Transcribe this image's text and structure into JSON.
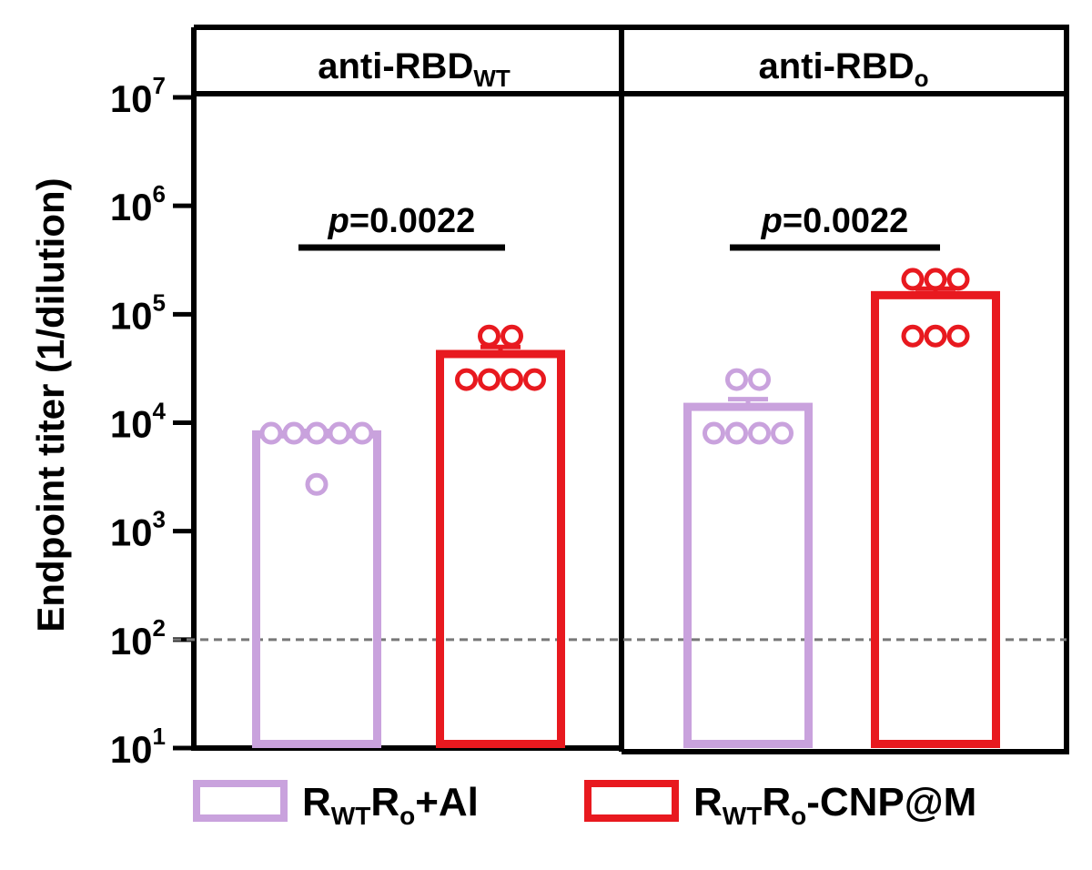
{
  "chart_data": {
    "type": "bar",
    "yscale": "log",
    "ylim": [
      10,
      10000000
    ],
    "ylabel": "Endpoint titer (1/dilution)",
    "yticks": [
      {
        "base": "10",
        "exp": "1",
        "value": 10
      },
      {
        "base": "10",
        "exp": "2",
        "value": 100
      },
      {
        "base": "10",
        "exp": "3",
        "value": 1000
      },
      {
        "base": "10",
        "exp": "4",
        "value": 10000
      },
      {
        "base": "10",
        "exp": "5",
        "value": 100000
      },
      {
        "base": "10",
        "exp": "6",
        "value": 1000000
      },
      {
        "base": "10",
        "exp": "7",
        "value": 10000000
      }
    ],
    "reference_line": {
      "value": 100,
      "style": "dashed",
      "color": "#777777"
    },
    "panels": [
      {
        "title_main": "anti-RBD",
        "title_sub": "WT",
        "significance": {
          "p_italic": "p",
          "p_rest": "=0.0022"
        },
        "bars": [
          {
            "group": 0,
            "mean": 7800,
            "err": 600,
            "points": [
              8000,
              8000,
              8000,
              8000,
              8000,
              2700
            ]
          },
          {
            "group": 1,
            "mean": 43000,
            "err": 7000,
            "points": [
              63000,
              63000,
              25000,
              25000,
              25000,
              25000
            ]
          }
        ]
      },
      {
        "title_main": "anti-RBD",
        "title_sub": "o",
        "significance": {
          "p_italic": "p",
          "p_rest": "=0.0022"
        },
        "bars": [
          {
            "group": 0,
            "mean": 14000,
            "err": 2500,
            "points": [
              25000,
              25000,
              8000,
              8000,
              8000,
              8000
            ]
          },
          {
            "group": 1,
            "mean": 150000,
            "err": 22000,
            "points": [
              210000,
              210000,
              210000,
              63000,
              63000,
              63000
            ]
          }
        ]
      }
    ],
    "legend": {
      "placement": "bottom",
      "items": [
        {
          "group": 0,
          "label_a": "R",
          "sub_a": "WT",
          "label_b": "R",
          "sub_b": "o",
          "label_c": "+Al",
          "color": "#c9a2dd"
        },
        {
          "group": 1,
          "label_a": "R",
          "sub_a": "WT",
          "label_b": "R",
          "sub_b": "o",
          "label_c": "-CNP@M",
          "color": "#e8191f"
        }
      ]
    }
  }
}
